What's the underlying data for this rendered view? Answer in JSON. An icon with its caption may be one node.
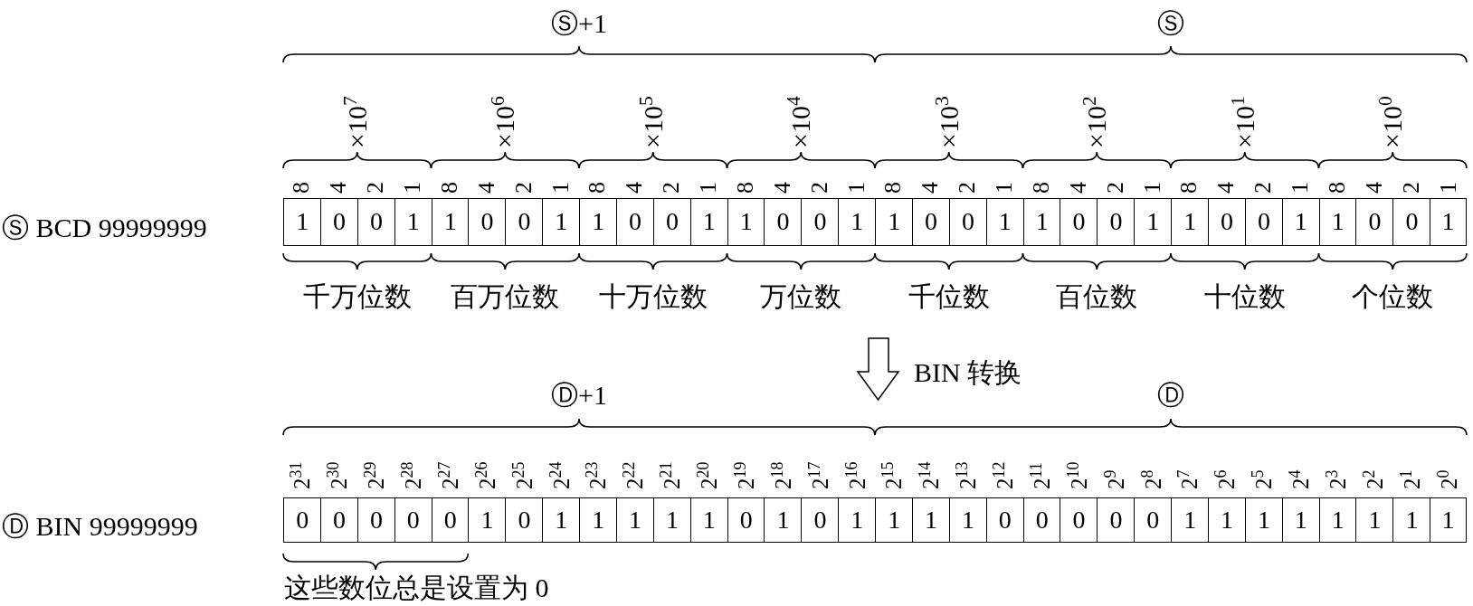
{
  "diagram": {
    "nodes": [
      {
        "text": [
          "1"
        ],
        "beside": [
          "8"
        ]
      },
      {
        "text": [
          "0"
        ],
        "beside": [
          "4"
        ]
      },
      {
        "text": [
          "0"
        ],
        "beside": [
          "2"
        ]
      },
      {
        "text": [
          "1"
        ],
        "beside": [
          "1"
        ]
      },
      {
        "text": [
          "1"
        ],
        "beside": [
          "8"
        ]
      },
      {
        "text": [
          "0"
        ],
        "beside": [
          "4"
        ]
      },
      {
        "text": [
          "0"
        ],
        "beside": [
          "2"
        ]
      },
      {
        "text": [
          "1"
        ],
        "beside": [
          "1"
        ]
      },
      {
        "text": [
          "1"
        ],
        "beside": [
          "8"
        ]
      },
      {
        "text": [
          "0"
        ],
        "beside": [
          "4"
        ]
      },
      {
        "text": [
          "0"
        ],
        "beside": [
          "2"
        ]
      },
      {
        "text": [
          "1"
        ],
        "beside": [
          "1"
        ]
      },
      {
        "text": [
          "1"
        ],
        "beside": [
          "8"
        ]
      },
      {
        "text": [
          "0"
        ],
        "beside": [
          "4"
        ]
      },
      {
        "text": [
          "0"
        ],
        "beside": [
          "2"
        ]
      },
      {
        "text": [
          "1"
        ],
        "beside": [
          "1"
        ]
      },
      {
        "text": [
          "1"
        ],
        "beside": [
          "8"
        ]
      },
      {
        "text": [
          "0"
        ],
        "beside": [
          "4"
        ]
      },
      {
        "text": [
          "0"
        ],
        "beside": [
          "2"
        ]
      },
      {
        "text": [
          "1"
        ],
        "beside": [
          "1"
        ]
      },
      {
        "text": [
          "1"
        ],
        "beside": [
          "8"
        ]
      },
      {
        "text": [
          "0"
        ],
        "beside": [
          "4"
        ]
      },
      {
        "text": [
          "0"
        ],
        "beside": [
          "2"
        ]
      },
      {
        "text": [
          "1"
        ],
        "beside": [
          "1"
        ]
      },
      {
        "text": [
          "1"
        ],
        "beside": [
          "8"
        ]
      },
      {
        "text": [
          "0"
        ],
        "beside": [
          "4"
        ]
      },
      {
        "text": [
          "0"
        ],
        "beside": [
          "2"
        ]
      },
      {
        "text": [
          "1"
        ],
        "beside": [
          "1"
        ]
      },
      {
        "text": [
          "1"
        ],
        "beside": [
          "8"
        ]
      },
      {
        "text": [
          "0"
        ],
        "beside": [
          "4"
        ]
      },
      {
        "text": [
          "0"
        ],
        "beside": [
          "2"
        ]
      },
      {
        "text": [
          "1"
        ],
        "beside": [
          "1"
        ]
      },
      {
        "text": [
          "0"
        ],
        "beside": [
          "2$^{31}$"
        ]
      },
      {
        "text": [
          "0"
        ],
        "beside": [
          "2$^{30}$"
        ]
      },
      {
        "text": [
          "0"
        ],
        "beside": [
          "2$^{29}$"
        ]
      },
      {
        "text": [
          "0"
        ],
        "beside": [
          "2$^{28}$"
        ]
      },
      {
        "text": [
          "0"
        ],
        "beside": [
          "2$^{27}$"
        ]
      },
      {
        "text": [
          "1"
        ],
        "beside": [
          "2$^{26}$"
        ]
      },
      {
        "text": [
          "0"
        ],
        "beside": [
          "2$^{25}$"
        ]
      },
      {
        "text": [
          "1"
        ],
        "beside": [
          "2$^{24}$"
        ]
      },
      {
        "text": [
          "1"
        ],
        "beside": [
          "2$^{23}$"
        ]
      },
      {
        "text": [
          "1"
        ],
        "beside": [
          "2$^{22}$"
        ]
      },
      {
        "text": [
          "1"
        ],
        "beside": [
          "2$^{21}$"
        ]
      },
      {
        "text": [
          "1"
        ],
        "beside": [
          "2$^{20}$"
        ]
      },
      {
        "text": [
          "0"
        ],
        "beside": [
          "2$^{19}$"
        ]
      },
      {
        "text": [
          "1"
        ],
        "beside": [
          "2$^{18}$"
        ]
      },
      {
        "text": [
          "0"
        ],
        "beside": [
          "2$^{17}$"
        ]
      },
      {
        "text": [
          "1"
        ],
        "beside": [
          "2$^{16}$"
        ]
      },
      {
        "text": [
          "1"
        ],
        "beside": [
          "2$^{15}$"
        ]
      },
      {
        "text": [
          "1"
        ],
        "beside": [
          "2$^{14}$"
        ]
      },
      {
        "text": [
          "1"
        ],
        "beside": [
          "2$^{13}$"
        ]
      },
      {
        "text": [
          "0"
        ],
        "beside": [
          "2$^{12}$"
        ]
      },
      {
        "text": [
          "0"
        ],
        "beside": [
          "2$^{11}$"
        ]
      },
      {
        "text": [
          "0"
        ],
        "beside": [
          "2$^{10}$"
        ]
      },
      {
        "text": [
          "0"
        ],
        "beside": [
          "2$^{9}$"
        ]
      },
      {
        "text": [
          "0"
        ],
        "beside": [
          "2$^{8}$"
        ]
      },
      {
        "text": [
          "1"
        ],
        "beside": [
          "2$^{7}$"
        ]
      },
      {
        "text": [
          "1"
        ],
        "beside": [
          "2$^{6}$"
        ]
      },
      {
        "text": [
          "1"
        ],
        "beside": [
          "2$^{5}$"
        ]
      },
      {
        "text": [
          "1"
        ],
        "beside": [
          "2$^{4}$"
        ]
      },
      {
        "text": [
          "1"
        ],
        "beside": [
          "2$^{3}$"
        ]
      },
      {
        "text": [
          "1"
        ],
        "beside": [
          "2$^{2}$"
        ]
      },
      {
        "text": [
          "1"
        ],
        "beside": [
          "2$^{1}$"
        ]
      },
      {
        "text": [
          "1"
        ],
        "beside": [
          "2$^{0}$"
        ]
      }
    ],
    "labels": [
      "Ⓢ+1",
      "Ⓢ",
      "×10$^{7}$",
      "×10$^{6}$",
      "×10$^{5}$",
      "×10$^{4}$",
      "×10$^{3}$",
      "×10$^{2}$",
      "×10$^{1}$",
      "×10$^{0}$",
      "Ⓢ BCD 99999999",
      "千万位数",
      "百万位数",
      "十万位数",
      "万位数",
      "千位数",
      "百位数",
      "十位数",
      "个位数",
      "BIN 转换",
      "Ⓓ+1",
      "Ⓓ",
      "Ⓓ BIN 99999999",
      "这些数位总是设置为 0"
    ]
  }
}
